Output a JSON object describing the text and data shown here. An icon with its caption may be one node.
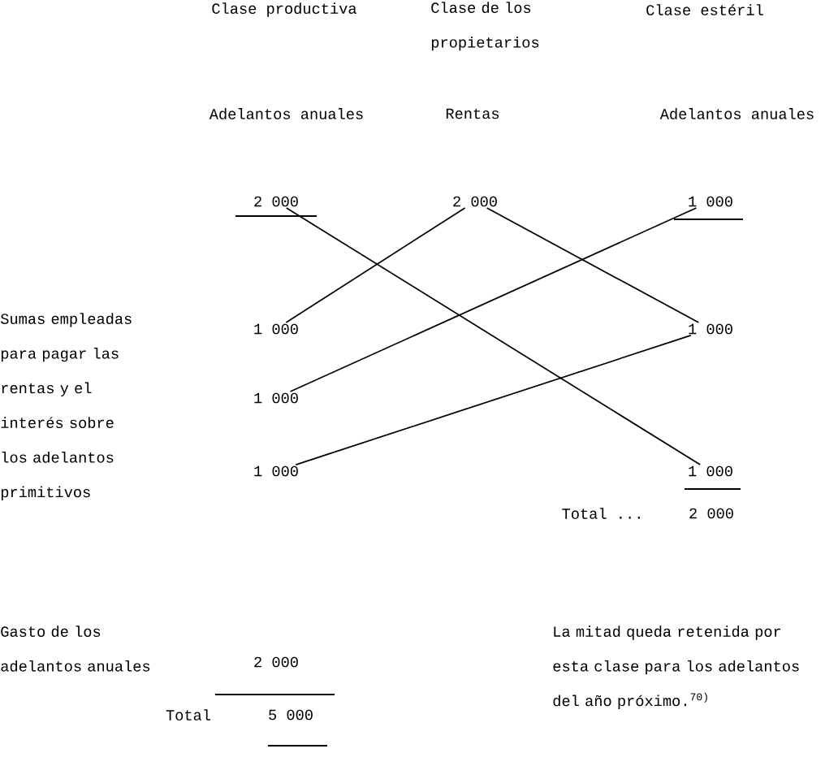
{
  "diagram": {
    "nodes": [
      {
        "text": [
          "2 000"
        ]
      },
      {
        "text": [
          "2 000"
        ]
      },
      {
        "text": [
          "1 000"
        ]
      },
      {
        "text": [
          "1 000"
        ]
      },
      {
        "text": [
          "1 000"
        ]
      },
      {
        "text": [
          "1 000"
        ]
      },
      {
        "text": [
          "1 000"
        ]
      },
      {
        "text": [
          "1 000"
        ]
      }
    ],
    "edges": [
      {
        "from": 0,
        "to": 7,
        "arrow": "none"
      },
      {
        "from": 1,
        "to": 3,
        "arrow": "none"
      },
      {
        "from": 1,
        "to": 4,
        "arrow": "none"
      },
      {
        "from": 2,
        "to": 5,
        "arrow": "none"
      },
      {
        "from": 4,
        "to": 6,
        "arrow": "none"
      }
    ],
    "labels": [
      "Clase productiva",
      "Clase de los propietarios",
      "Clase estéril",
      "Adelantos anuales",
      "Rentas",
      "Adelantos anuales",
      "Sumas empleadas para pagar las rentas y el interés sobre los adelantos primitivos",
      "Total ...",
      "2 000",
      "Gasto de los adelantos anuales",
      "2 000",
      "Total",
      "5 000",
      "La mitad queda retenida por esta clase para los adelantos del año próximo.$^{70)}$"
    ]
  }
}
